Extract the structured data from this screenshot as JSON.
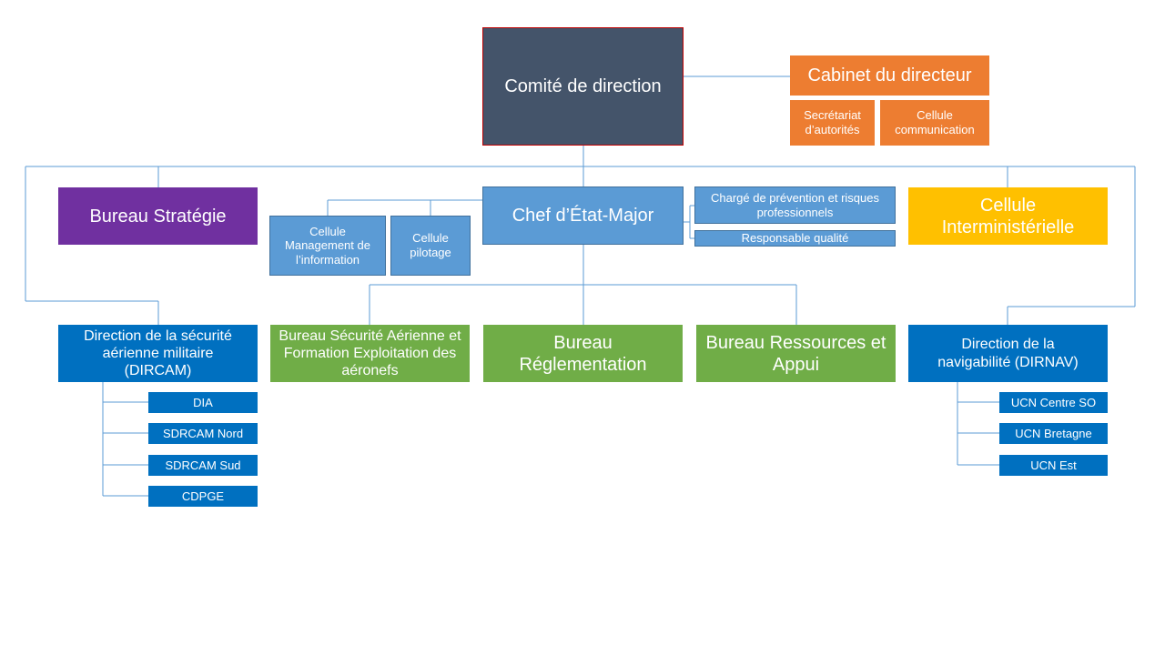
{
  "colors": {
    "navy": "#44546a",
    "orange": "#ed7d31",
    "purple": "#7030a0",
    "light_blue": "#5b9bd5",
    "green": "#70ad47",
    "yellow": "#ffc000",
    "dark_blue": "#0070c0",
    "connector": "#5b9bd5"
  },
  "top": {
    "comite": "Comité de direction",
    "cabinet": "Cabinet du directeur",
    "secretariat": "Secrétariat d’autorités",
    "communication": "Cellule communication"
  },
  "middle": {
    "bureau_strategie": "Bureau Stratégie",
    "chef_etat_major": "Chef d’État-Major",
    "cellule_management": "Cellule Management de l’information",
    "cellule_pilotage": "Cellule pilotage",
    "charge_prevention": "Chargé de prévention et risques professionnels",
    "responsable_qualite": "Responsable qualité",
    "cellule_interministerielle": "Cellule Interministérielle"
  },
  "bottom": {
    "dircam": "Direction de la sécurité aérienne militaire (DIRCAM)",
    "bureau_securite": "Bureau Sécurité Aérienne et Formation Exploitation des aéronefs",
    "bureau_reglementation": "Bureau Réglementation",
    "bureau_ressources": "Bureau Ressources et Appui",
    "dirnav": "Direction de la navigabilité (DIRNAV)"
  },
  "dircam_units": [
    "DIA",
    "SDRCAM Nord",
    "SDRCAM Sud",
    "CDPGE"
  ],
  "dirnav_units": [
    "UCN Centre SO",
    "UCN Bretagne",
    "UCN Est"
  ]
}
